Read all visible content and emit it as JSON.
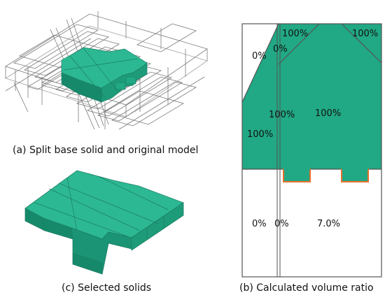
{
  "captions": {
    "a": "(a) Split base solid and original model",
    "b": "(b) Calculated volume ratio",
    "c": "(c) Selected solids"
  },
  "ratio_labels": {
    "top_left_100": "100%",
    "top_mid_0": "0%",
    "top_right_100": "100%",
    "left_0": "0%",
    "center_left_100": "100%",
    "center_100": "100%",
    "lower_left_100": "100%",
    "bottom_left_0": "0%",
    "bottom_mid_0": "0%",
    "bottom_right_7": "7.0%"
  },
  "colors": {
    "solid_fill": "#21a884",
    "solid_top": "#2cb892",
    "solid_side": "#17896b",
    "outline": "#555555",
    "highlight": "#e8702a"
  }
}
